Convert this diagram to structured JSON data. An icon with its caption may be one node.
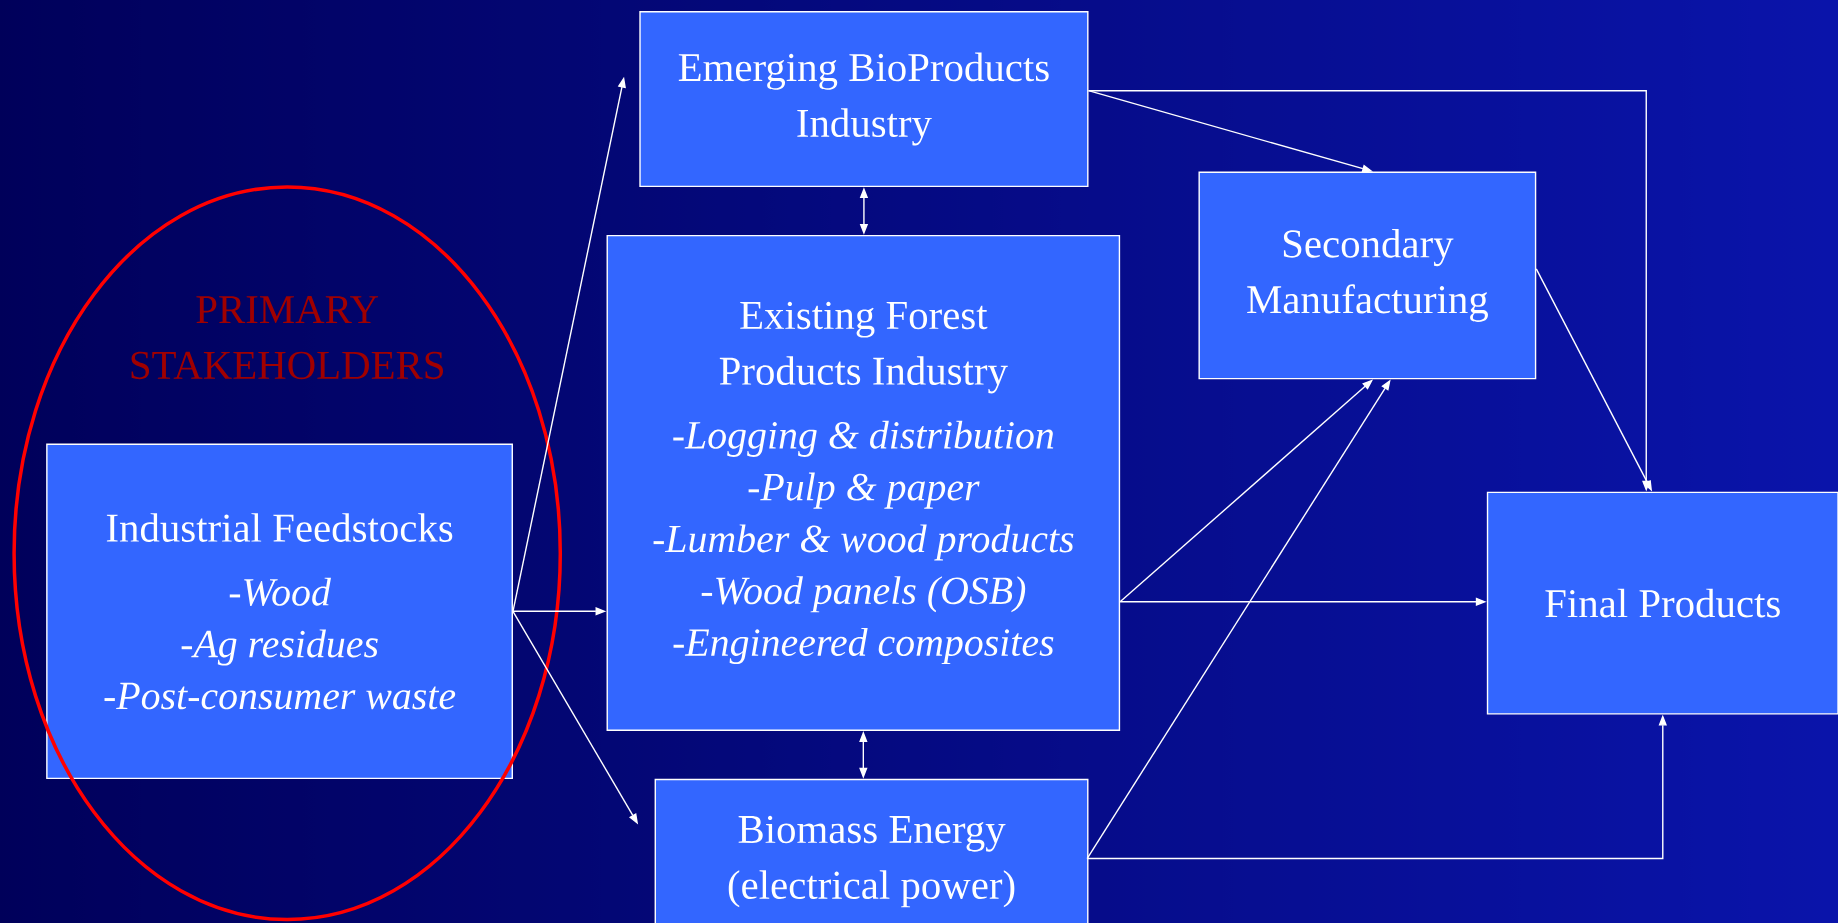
{
  "diagram": {
    "nodes": [
      {
        "text": [
          "PRIMARY STAKEHOLDERS"
        ]
      },
      {
        "text": [
          "Industrial Feedstocks",
          "-Wood",
          "-Ag residues",
          "-Post-consumer waste"
        ],
        "in": 0
      },
      {
        "text": [
          "Emerging BioProducts Industry"
        ]
      },
      {
        "text": [
          "Existing Forest Products Industry",
          "-Logging & distribution",
          "-Pulp & paper",
          "-Lumber & wood products",
          "-Wood panels (OSB)",
          "-Engineered composites"
        ]
      },
      {
        "text": [
          "Biomass Energy (electrical power)"
        ]
      },
      {
        "text": [
          "Secondary Manufacturing"
        ]
      },
      {
        "text": [
          "Final Products"
        ]
      }
    ],
    "edges": [
      {
        "from": 1,
        "to": 2,
        "arrow": "to"
      },
      {
        "from": 1,
        "to": 3,
        "arrow": "to"
      },
      {
        "from": 1,
        "to": 4,
        "arrow": "to"
      },
      {
        "from": 2,
        "to": 3,
        "arrow": "both"
      },
      {
        "from": 3,
        "to": 4,
        "arrow": "both"
      },
      {
        "from": 2,
        "to": 5,
        "arrow": "to"
      },
      {
        "from": 2,
        "to": 6,
        "arrow": "to"
      },
      {
        "from": 5,
        "to": 6,
        "arrow": "to"
      },
      {
        "from": 3,
        "to": 5,
        "arrow": "to"
      },
      {
        "from": 3,
        "to": 6,
        "arrow": "to"
      },
      {
        "from": 4,
        "to": 5,
        "arrow": "to"
      },
      {
        "from": 4,
        "to": 6,
        "arrow": "to"
      }
    ]
  }
}
